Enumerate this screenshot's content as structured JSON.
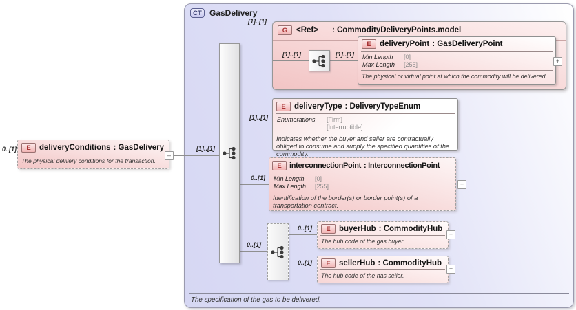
{
  "colors": {
    "element_pink": "#f3c6c6",
    "container_lavender": "#d6d7f3",
    "badge_red_text": "#a83232",
    "badge_blue_text": "#353a6c",
    "connector_gray": "#8f8f8f"
  },
  "root": {
    "cardinality": "0..[1]",
    "badge": "E",
    "name": "deliveryConditions",
    "type": ": GasDelivery",
    "annotation": "The physical delivery conditions for the transaction.",
    "collapse_glyph": "–"
  },
  "container": {
    "badge": "CT",
    "title": "GasDelivery",
    "cardinality": "[1]..[1]",
    "annotation": "The specification of the gas to be delivered."
  },
  "group": {
    "cardinality": "[1]..[1]",
    "badge": "G",
    "name": "<Ref>",
    "type": ": CommodityDeliveryPoints.model",
    "inner_cardinality_before": "[1]..[1]",
    "inner_cardinality_after": "[1]..[1]"
  },
  "delivery_point": {
    "badge": "E",
    "name": "deliveryPoint",
    "type": ": GasDeliveryPoint",
    "facets": [
      {
        "label": "Min Length",
        "value": "[0]"
      },
      {
        "label": "Max Length",
        "value": "[255]"
      }
    ],
    "annotation": "The physical or virtual point at which the commodity will be delivered.",
    "expand_glyph": "+"
  },
  "delivery_type": {
    "cardinality": "[1]..[1]",
    "badge": "E",
    "name": "deliveryType",
    "type": ": DeliveryTypeEnum",
    "facet_label": "Enumerations",
    "facet_values": [
      "[Firm]",
      "[Interruptible]"
    ],
    "annotation": "Indicates whether the buyer and seller are contractually obliged to consume and supply the specified quantities of the commodity."
  },
  "interconnection_point": {
    "cardinality": "0..[1]",
    "badge": "E",
    "name": "interconnectionPoint",
    "type": ": InterconnectionPoint",
    "facets": [
      {
        "label": "Min Length",
        "value": "[0]"
      },
      {
        "label": "Max Length",
        "value": "[255]"
      }
    ],
    "annotation": "Identification of the border(s) or border point(s) of a transportation contract.",
    "expand_glyph": "+"
  },
  "hub_choice": {
    "cardinality": "0..[1]"
  },
  "buyer_hub": {
    "cardinality": "0..[1]",
    "badge": "E",
    "name": "buyerHub",
    "type": ": CommodityHub",
    "annotation": "The hub code of the gas buyer.",
    "expand_glyph": "+"
  },
  "seller_hub": {
    "cardinality": "0..[1]",
    "badge": "E",
    "name": "sellerHub",
    "type": ": CommodityHub",
    "annotation": "The hub code of the has seller.",
    "expand_glyph": "+"
  }
}
